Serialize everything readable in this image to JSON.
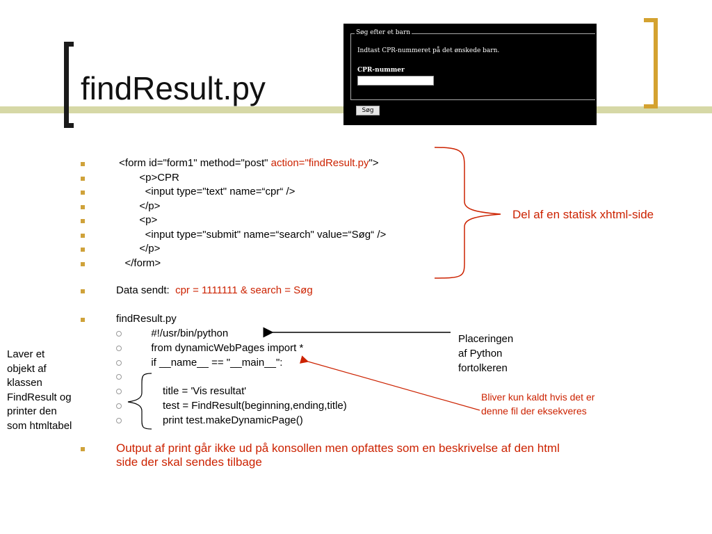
{
  "slide": {
    "title": "findResult.py",
    "screenshot": {
      "legend": "Søg efter et barn",
      "instruction": "Indtast CPR-nummeret på det ønskede barn.",
      "field_label": "CPR-nummer",
      "input_value": "",
      "button_label": "Søg"
    },
    "code_lines": [
      {
        "pre": " <form id=\"form1\" method=\"post\" ",
        "red": "action=\"findResult.py",
        "post": "\">"
      },
      {
        "pre": "        <p>CPR",
        "red": "",
        "post": ""
      },
      {
        "pre": "          <input type=\"text\" name=“cpr“ />",
        "red": "",
        "post": ""
      },
      {
        "pre": "        </p>",
        "red": "",
        "post": ""
      },
      {
        "pre": "        <p>",
        "red": "",
        "post": ""
      },
      {
        "pre": "          <input type=\"submit\" name=“search\" value=“Søg“ />",
        "red": "",
        "post": ""
      },
      {
        "pre": "        </p>",
        "red": "",
        "post": ""
      },
      {
        "pre": "   </form>",
        "red": "",
        "post": ""
      }
    ],
    "data_sent": {
      "label": "Data sendt:  ",
      "value": "cpr = 1111111 & search = Søg"
    },
    "script_title": "findResult.py",
    "script_lines": [
      "        #!/usr/bin/python",
      "        from dynamicWebPages import *",
      "        if __name__ == \"__main__\":",
      "",
      "            title = 'Vis resultat'",
      "            test = FindResult(beginning,ending,title)",
      "            print test.makeDynamicPage()"
    ],
    "output_lines": [
      "Output af print går ikke ud på konsollen men opfattes som en beskrivelse af den html",
      "side der skal sendes tilbage"
    ],
    "annotations": {
      "static_label": "Del af en statisk xhtml-side",
      "python_location": [
        "Placeringen",
        "af Python",
        "fortolkeren"
      ],
      "main_note": [
        "Bliver kun kaldt hvis det er",
        "denne fil der eksekveres"
      ],
      "left_note": [
        "Laver et",
        "objekt af",
        "klassen",
        "FindResult og",
        "printer den",
        "som htmltabel"
      ]
    },
    "colors": {
      "accent_red": "#cc2200",
      "bullet_gold": "#cfa23a",
      "band": "#d6d8a6",
      "bracket_gold": "#d4a230"
    }
  }
}
